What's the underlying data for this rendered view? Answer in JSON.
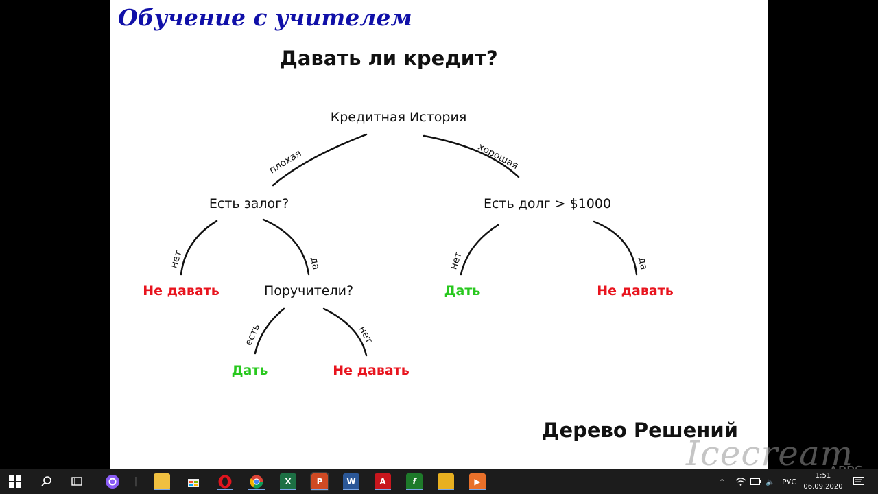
{
  "slide": {
    "title": "Обучение с учителем",
    "question": "Давать ли кредит?",
    "footer_title": "Дерево Решений"
  },
  "tree": {
    "root": "Кредитная История",
    "left_node": "Есть залог?",
    "right_node": "Есть долг > $1000",
    "mid_node": "Поручители?",
    "leaves": {
      "ll": "Не давать",
      "rl": "Дать",
      "rr": "Не давать",
      "ml": "Дать",
      "mr": "Не давать"
    },
    "edges": {
      "root_left": "плохая",
      "root_right": "хорошая",
      "left_no": "нет",
      "left_yes": "да",
      "right_no": "нет",
      "right_yes": "да",
      "mid_yes": "есть",
      "mid_no": "нет"
    }
  },
  "watermark": {
    "brand": "Icecream",
    "sub": "APPS"
  },
  "taskbar": {
    "tray_language": "РУС",
    "time": "1:51",
    "date": "06.09.2020",
    "apps": [
      "windows-start",
      "search",
      "task-view",
      "alice",
      "file-explorer",
      "store",
      "opera",
      "chrome",
      "excel",
      "powerpoint",
      "word",
      "acrobat",
      "formula",
      "notes",
      "media"
    ]
  },
  "colors": {
    "title_blue": "#1010a8",
    "deny_red": "#e8141e",
    "grant_green": "#28c81e",
    "taskbar": "#1c1c1c"
  }
}
